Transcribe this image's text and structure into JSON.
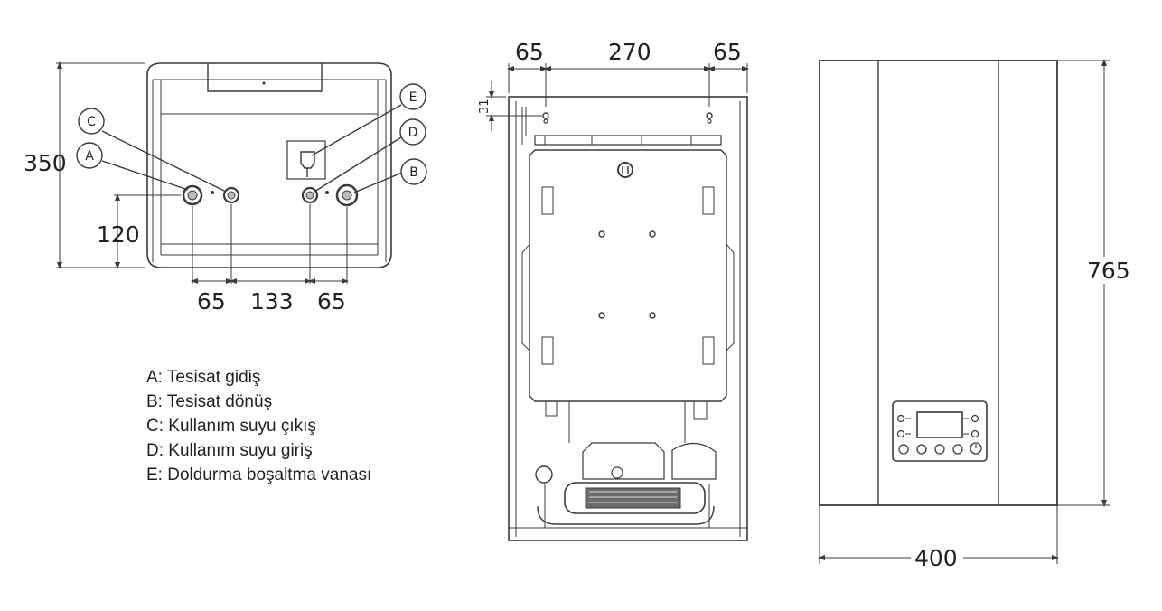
{
  "dimensions": {
    "bottom_height": "350",
    "bottom_pipe_height": "120",
    "bottom_spacing_left": "65",
    "bottom_spacing_middle": "133",
    "bottom_spacing_right": "65",
    "rear_left": "65",
    "rear_middle": "270",
    "rear_right": "65",
    "rear_top_offset": "31",
    "front_height": "765",
    "front_width": "400"
  },
  "callouts": {
    "a": "A",
    "b": "B",
    "c": "C",
    "d": "D",
    "e": "E"
  },
  "legend": [
    "A: Tesisat gidiş",
    "B: Tesisat dönüş",
    "C: Kullanım suyu çıkış",
    "D: Kullanım suyu giriş",
    "E: Doldurma boşaltma vanası"
  ]
}
